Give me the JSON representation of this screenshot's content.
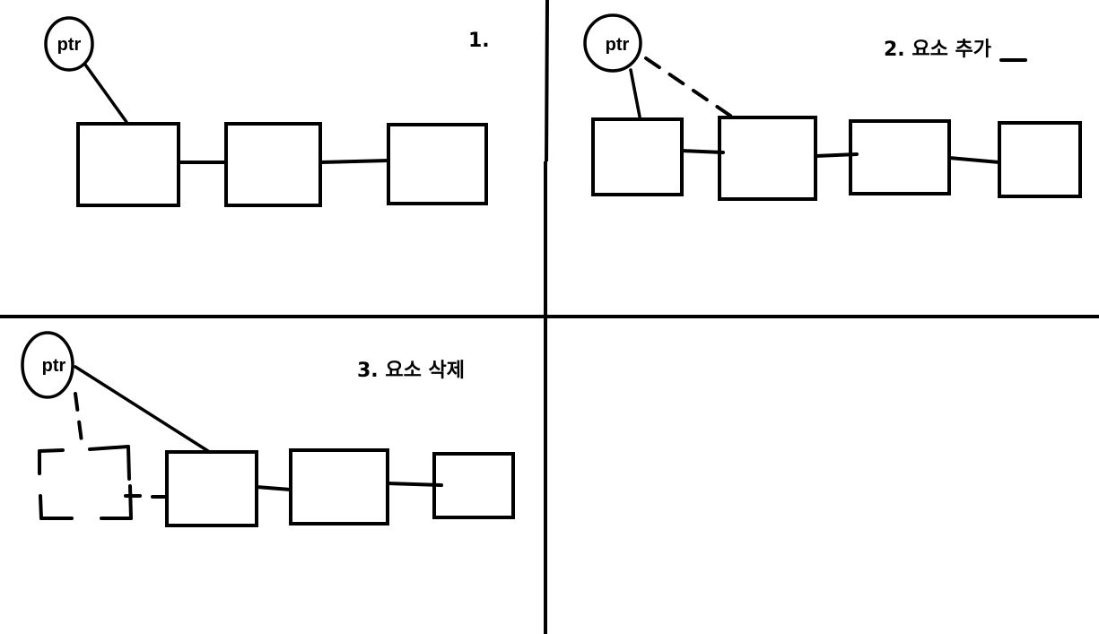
{
  "diagram": {
    "type": "linked-list-operations",
    "colors": {
      "stroke": "#000000",
      "background": "#ffffff"
    },
    "panels": [
      {
        "id": "panel-1",
        "title": "1.",
        "pointer_label": "ptr",
        "node_count": 3,
        "description": "Initial linked list: ptr points to head node, three nodes linked"
      },
      {
        "id": "panel-2",
        "title": "2. 요소 추가",
        "pointer_label": "ptr",
        "node_count": 4,
        "description": "Add element: new node inserted; dashed line from ptr to second node"
      },
      {
        "id": "panel-3",
        "title": "3. 요소 삭제",
        "pointer_label": "ptr",
        "node_count": 3,
        "deleted_node_count": 1,
        "description": "Delete element: dashed (removed) head node, ptr now points to next node"
      },
      {
        "id": "panel-4",
        "title": "",
        "description": "Empty quadrant"
      }
    ]
  }
}
